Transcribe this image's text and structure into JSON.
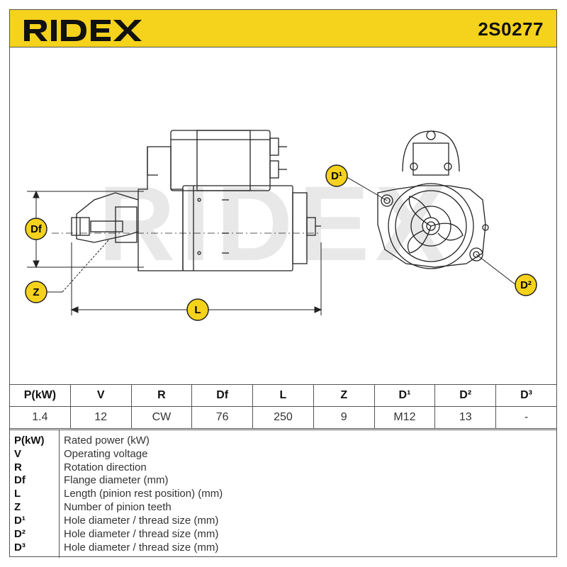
{
  "header": {
    "brand": "RIDEX",
    "part_number": "2S0277",
    "background_color": "#f5d21b"
  },
  "drawing": {
    "labels": {
      "df": "Df",
      "z": "Z",
      "l": "L",
      "d1": "D¹",
      "d2": "D²"
    },
    "watermark": "RIDEX",
    "badge_color": "#f5d21b"
  },
  "spec_table": {
    "headers": [
      "P(kW)",
      "V",
      "R",
      "Df",
      "L",
      "Z",
      "D¹",
      "D²",
      "D³"
    ],
    "values": [
      "1.4",
      "12",
      "CW",
      "76",
      "250",
      "9",
      "M12",
      "13",
      "-"
    ]
  },
  "legend": [
    {
      "key": "P(kW)",
      "text": "Rated power (kW)"
    },
    {
      "key": "V",
      "text": "Operating voltage"
    },
    {
      "key": "R",
      "text": "Rotation direction"
    },
    {
      "key": "Df",
      "text": "Flange diameter (mm)"
    },
    {
      "key": "L",
      "text": "Length (pinion rest position) (mm)"
    },
    {
      "key": "Z",
      "text": "Number of pinion teeth"
    },
    {
      "key": "D¹",
      "text": "Hole diameter / thread size (mm)"
    },
    {
      "key": "D²",
      "text": "Hole diameter / thread size (mm)"
    },
    {
      "key": "D³",
      "text": "Hole diameter / thread size (mm)"
    }
  ]
}
